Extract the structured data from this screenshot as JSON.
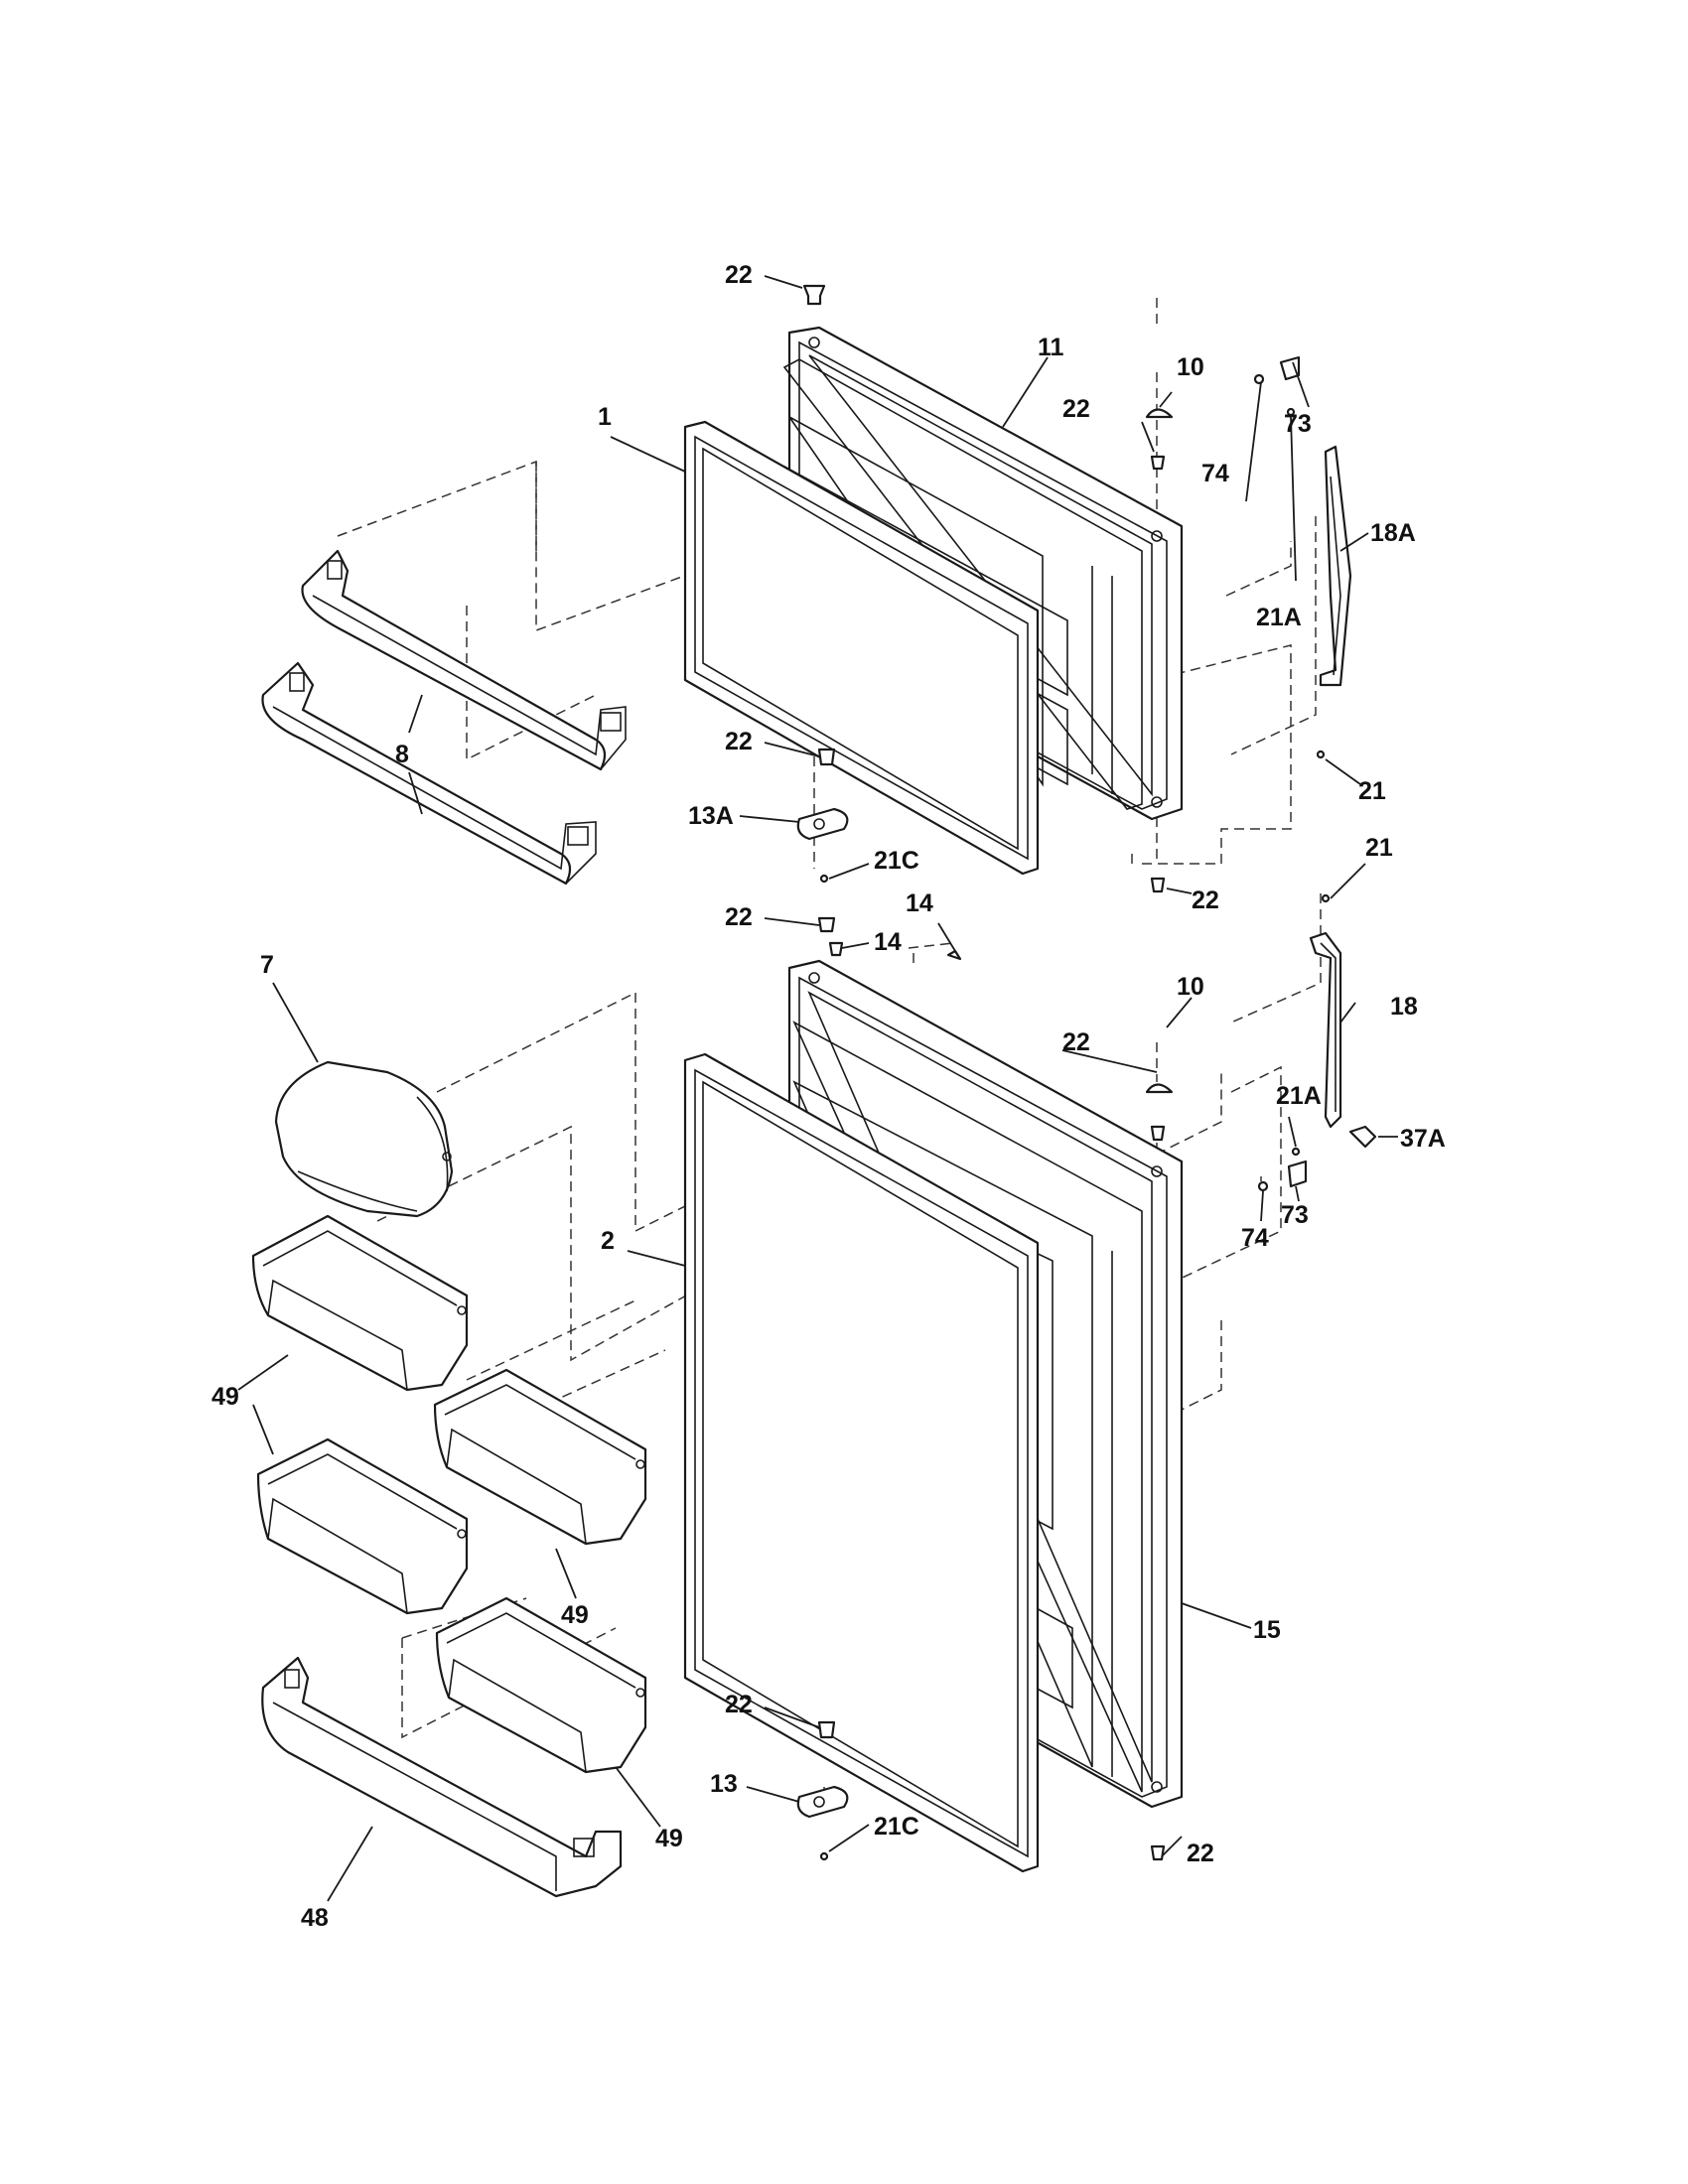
{
  "colors": {
    "line": "#1a1a1a",
    "background": "#ffffff"
  },
  "callouts": [
    {
      "id": "c22a",
      "text": "22"
    },
    {
      "id": "c11",
      "text": "11"
    },
    {
      "id": "c10a",
      "text": "10"
    },
    {
      "id": "c22b",
      "text": "22"
    },
    {
      "id": "c1",
      "text": "1"
    },
    {
      "id": "c73a",
      "text": "73"
    },
    {
      "id": "c74a",
      "text": "74"
    },
    {
      "id": "c18A",
      "text": "18A"
    },
    {
      "id": "c21Aa",
      "text": "21A"
    },
    {
      "id": "c8",
      "text": "8"
    },
    {
      "id": "c22c",
      "text": "22"
    },
    {
      "id": "c21a",
      "text": "21"
    },
    {
      "id": "c13A",
      "text": "13A"
    },
    {
      "id": "c21Ca",
      "text": "21C"
    },
    {
      "id": "c22d",
      "text": "22"
    },
    {
      "id": "c21b",
      "text": "21"
    },
    {
      "id": "c22e",
      "text": "22"
    },
    {
      "id": "c14a",
      "text": "14"
    },
    {
      "id": "c14b",
      "text": "14"
    },
    {
      "id": "c7",
      "text": "7"
    },
    {
      "id": "c10b",
      "text": "10"
    },
    {
      "id": "c22f",
      "text": "22"
    },
    {
      "id": "c18",
      "text": "18"
    },
    {
      "id": "c21Ab",
      "text": "21A"
    },
    {
      "id": "c37A",
      "text": "37A"
    },
    {
      "id": "c73b",
      "text": "73"
    },
    {
      "id": "c74b",
      "text": "74"
    },
    {
      "id": "c2",
      "text": "2"
    },
    {
      "id": "c49a",
      "text": "49"
    },
    {
      "id": "c49b",
      "text": "49"
    },
    {
      "id": "c15",
      "text": "15"
    },
    {
      "id": "c22g",
      "text": "22"
    },
    {
      "id": "c13",
      "text": "13"
    },
    {
      "id": "c49c",
      "text": "49"
    },
    {
      "id": "c21Cb",
      "text": "21C"
    },
    {
      "id": "c22h",
      "text": "22"
    },
    {
      "id": "c48",
      "text": "48"
    }
  ]
}
